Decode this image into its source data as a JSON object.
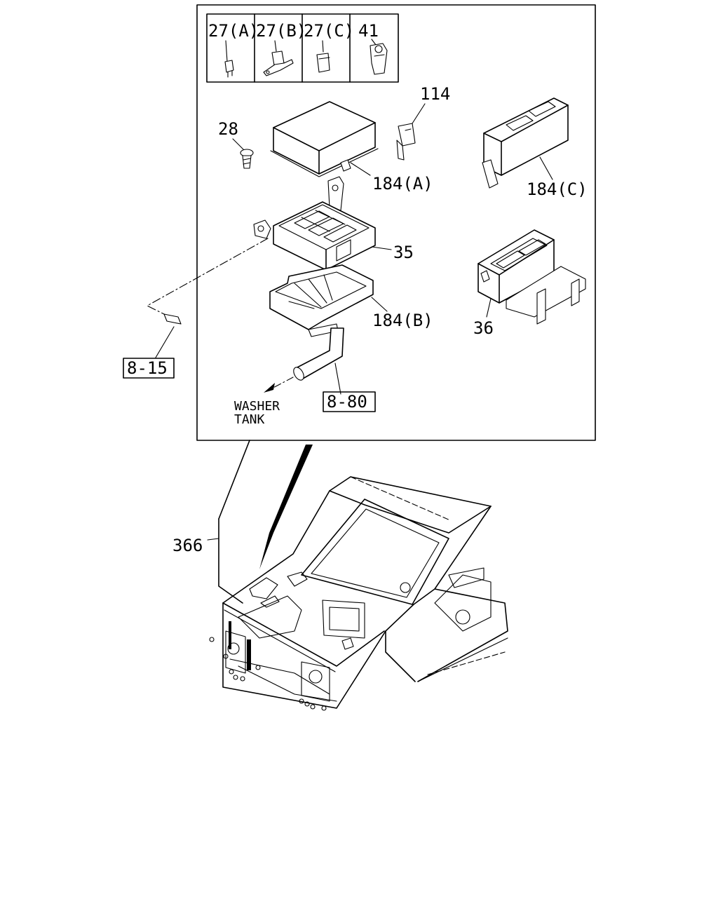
{
  "parts_table": {
    "cells": [
      "27(A)",
      "27(B)",
      "27(C)",
      "41"
    ]
  },
  "callouts": {
    "p114": "114",
    "p28": "28",
    "p184a": "184(A)",
    "p184c": "184(C)",
    "p35": "35",
    "p184b": "184(B)",
    "p36": "36",
    "p366": "366"
  },
  "references": {
    "ref_8_15": "8-15",
    "ref_8_80": "8-80"
  },
  "notes": {
    "washer_line1": "WASHER",
    "washer_line2": "TANK"
  }
}
